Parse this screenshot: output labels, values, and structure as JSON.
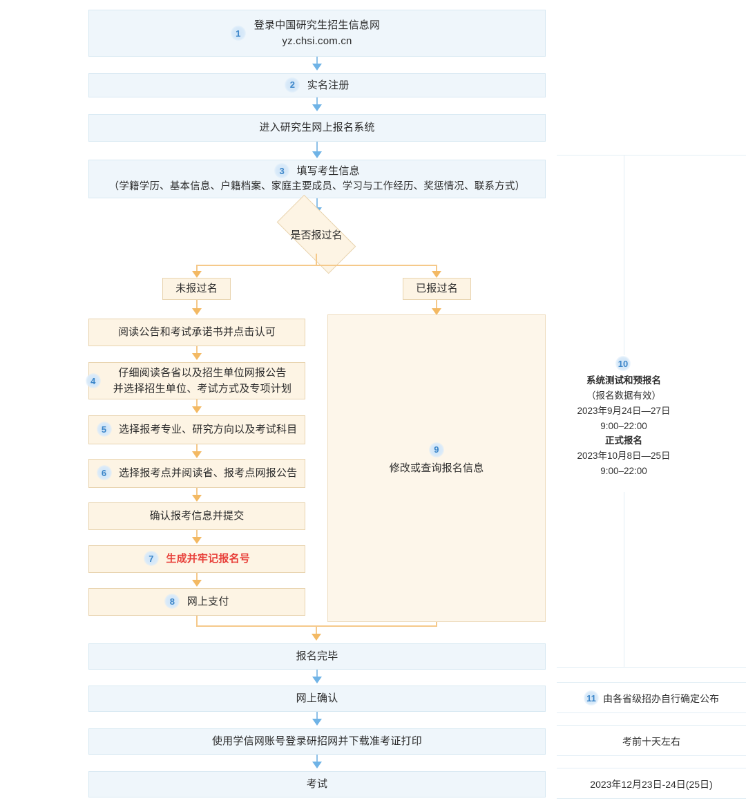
{
  "colors": {
    "blue_fill": "#eff6fb",
    "blue_border": "#d7e8f2",
    "orange_fill": "#fdf4e4",
    "orange_border": "#e8d3ae",
    "orange_light_fill": "#fdf6ea",
    "badge_text": "#3c86c9",
    "arrow_blue": "#6fb3e6",
    "arrow_orange": "#f3b963",
    "highlight_red": "#e8403a",
    "rule_line": "#e2eef5"
  },
  "flow": {
    "step1": {
      "badge": "1",
      "line1": "登录中国研究生招生信息网",
      "line2": "yz.chsi.com.cn"
    },
    "step2": {
      "badge": "2",
      "label": "实名注册"
    },
    "enter_system": {
      "label": "进入研究生网上报名系统"
    },
    "step3": {
      "badge": "3",
      "line1": "填写考生信息",
      "line2": "（学籍学历、基本信息、户籍档案、家庭主要成员、学习与工作经历、奖惩情况、联系方式）"
    },
    "decision": {
      "label": "是否报过名"
    },
    "branch_no": {
      "label": "未报过名"
    },
    "branch_yes": {
      "label": "已报过名"
    },
    "read_notice": {
      "label": "阅读公告和考试承诺书并点击认可"
    },
    "step4": {
      "badge": "4",
      "line1": "仔细阅读各省以及招生单位网报公告",
      "line2": "并选择招生单位、考试方式及专项计划"
    },
    "step5": {
      "badge": "5",
      "label": "选择报考专业、研究方向以及考试科目"
    },
    "step6": {
      "badge": "6",
      "label": "选择报考点并阅读省、报考点网报公告"
    },
    "confirm_submit": {
      "label": "确认报考信息并提交"
    },
    "step7": {
      "badge": "7",
      "label": "生成并牢记报名号"
    },
    "step8": {
      "badge": "8",
      "label": "网上支付"
    },
    "step9": {
      "badge": "9",
      "label": "修改或查询报名信息"
    },
    "done": {
      "label": "报名完毕"
    },
    "online_confirm": {
      "label": "网上确认"
    },
    "download_ticket": {
      "label": "使用学信网账号登录研招网并下载准考证打印"
    },
    "exam": {
      "label": "考试"
    }
  },
  "sidebar": {
    "step10": {
      "badge": "10",
      "lines": [
        {
          "text": "系统测试和预报名",
          "bold": true
        },
        {
          "text": "（报名数据有效）",
          "bold": false
        },
        {
          "text": "2023年9月24日—27日",
          "bold": false
        },
        {
          "text": "9:00–22:00",
          "bold": false
        },
        {
          "text": "正式报名",
          "bold": true
        },
        {
          "text": "2023年10月8日—25日",
          "bold": false
        },
        {
          "text": "9:00–22:00",
          "bold": false
        }
      ]
    },
    "step11": {
      "badge": "11",
      "label": "由各省级招办自行确定公布"
    },
    "ticket_time": {
      "label": "考前十天左右"
    },
    "exam_date": {
      "label": "2023年12月23日-24日(25日)"
    }
  }
}
